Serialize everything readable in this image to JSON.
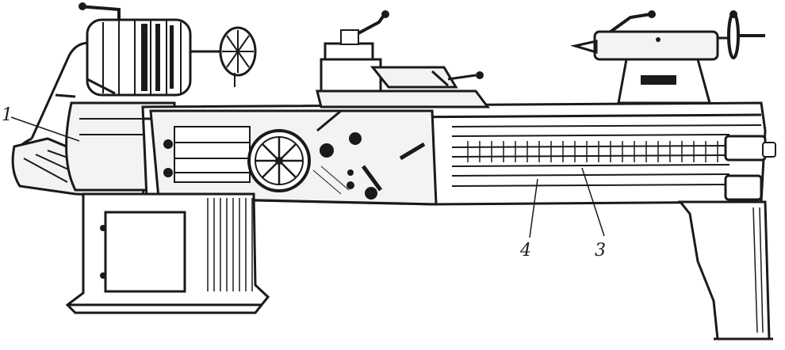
{
  "figure": {
    "labels": [
      {
        "id": "1",
        "text": "1"
      },
      {
        "id": "4",
        "text": "4"
      },
      {
        "id": "3",
        "text": "3"
      }
    ]
  },
  "colors": {
    "ink": "#1a1a1a",
    "paper": "#ffffff",
    "shade": "#f3f3f3"
  }
}
